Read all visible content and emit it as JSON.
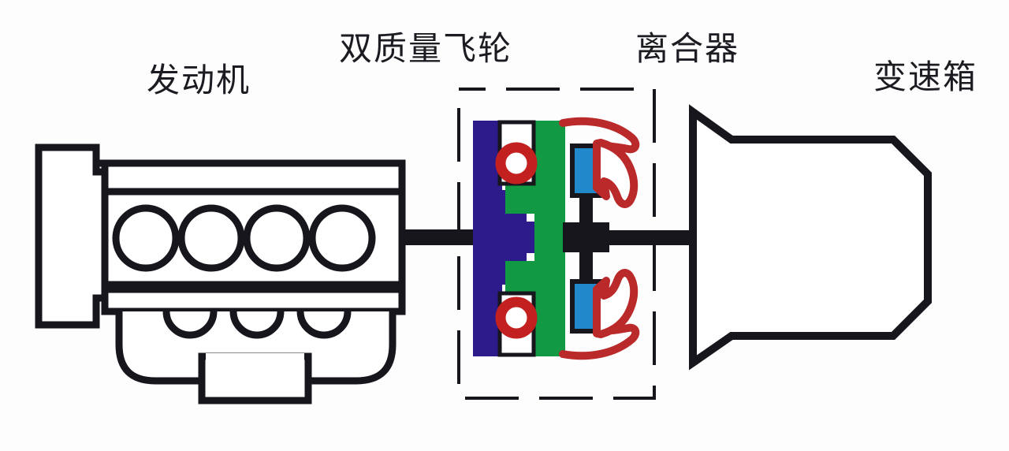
{
  "figure": {
    "title_alt": "Powertrain schematic: engine, dual mass flywheel, clutch, transmission",
    "background_color": "#fdfdfd"
  },
  "labels": {
    "engine": "发动机",
    "dual_mass_flywheel": "双质量飞轮",
    "clutch": "离合器",
    "gearbox": "变速箱"
  },
  "colors": {
    "outline": "#17161c",
    "primary_mass_blue": "#2d1b8c",
    "secondary_mass_green": "#119944",
    "damper_spring_red": "#c32020",
    "friction_disc_blue": "#2288cc",
    "diaphragm_spring_red": "#bb2a2a",
    "shaft_black": "#17161c",
    "white_fill": "#ffffff"
  },
  "engine": {
    "name": "inline four cylinder engine block",
    "cylinder_count": 4,
    "lower_lobe_count": 3,
    "sump_label": "oil pan"
  },
  "dual_mass_flywheel": {
    "name": "dual mass flywheel assembly",
    "primary_mass": "primary mass (blue)",
    "secondary_mass": "secondary mass (green)",
    "arc_springs": 2,
    "dashed_callout_box": true
  },
  "clutch": {
    "name": "clutch pack",
    "friction_plates": 2,
    "diaphragm_springs": 2
  },
  "transmission": {
    "name": "transmission bell housing"
  },
  "shafts": {
    "crankshaft": "engine to flywheel shaft",
    "input_shaft": "clutch hub to transmission input shaft"
  }
}
